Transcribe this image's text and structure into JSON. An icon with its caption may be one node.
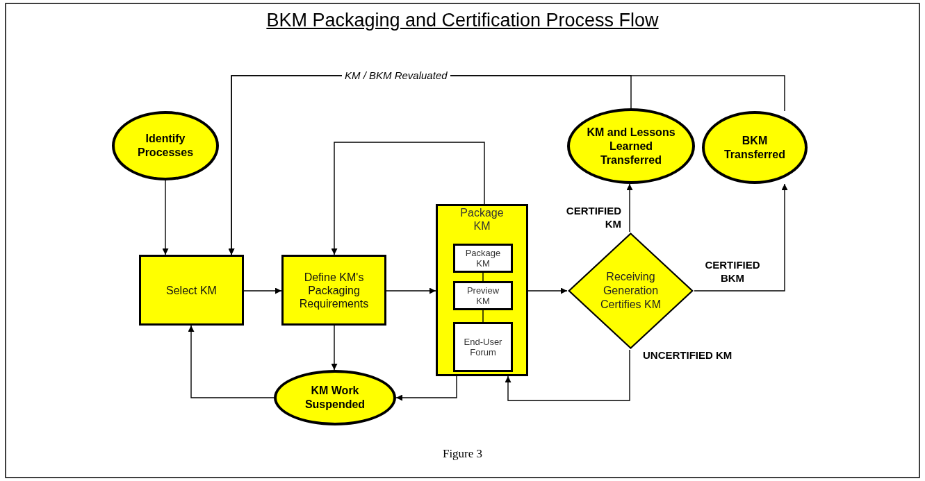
{
  "diagram": {
    "title": "BKM Packaging and Certification Process Flow",
    "caption": "Figure 3",
    "nodes": [
      {
        "text": [
          "Identify Processes"
        ]
      },
      {
        "text": [
          "Select KM"
        ]
      },
      {
        "text": [
          "Define KM's Packaging Requirements"
        ]
      },
      {
        "text": [
          "Package KM"
        ]
      },
      {
        "text": [
          "Package KM"
        ],
        "in": 3
      },
      {
        "text": [
          "Preview KM"
        ],
        "in": 3
      },
      {
        "text": [
          "End-User Forum"
        ],
        "in": 3
      },
      {
        "text": [
          "Receiving Generation Certifies KM"
        ]
      },
      {
        "text": [
          "KM and Lessons Learned Transferred"
        ]
      },
      {
        "text": [
          "BKM Transferred"
        ]
      },
      {
        "text": [
          "KM Work Suspended"
        ]
      }
    ],
    "edges": [
      {
        "from": 0,
        "to": 1,
        "arrow": "to"
      },
      {
        "from": 8,
        "to": 1,
        "arrow": "to",
        "label": "KM / BKM  Revaluated"
      },
      {
        "from": 9,
        "to": 1,
        "arrow": "to"
      },
      {
        "from": 1,
        "to": 2,
        "arrow": "to"
      },
      {
        "from": 2,
        "to": 3,
        "arrow": "to"
      },
      {
        "from": 3,
        "to": 2,
        "arrow": "to"
      },
      {
        "from": 2,
        "to": 10,
        "arrow": "to"
      },
      {
        "from": 3,
        "to": 10,
        "arrow": "to"
      },
      {
        "from": 10,
        "to": 1,
        "arrow": "to"
      },
      {
        "from": 3,
        "to": 7,
        "arrow": "to"
      },
      {
        "from": 7,
        "to": 8,
        "arrow": "to",
        "label": "CERTIFIED KM"
      },
      {
        "from": 7,
        "to": 9,
        "arrow": "to",
        "label": "CERTIFIED BKM"
      },
      {
        "from": 7,
        "to": 3,
        "arrow": "to",
        "label": "UNCERTIFIED KM"
      },
      {
        "from": 4,
        "to": 5,
        "arrow": "none"
      },
      {
        "from": 5,
        "to": 6,
        "arrow": "none"
      }
    ]
  }
}
